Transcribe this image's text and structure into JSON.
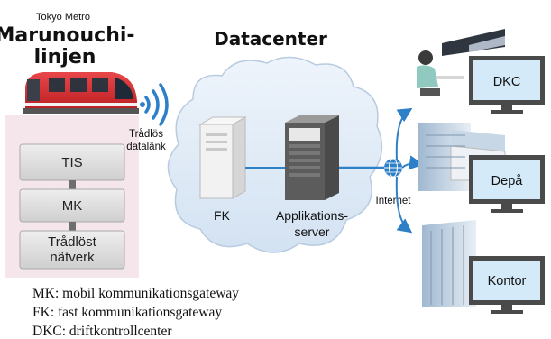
{
  "train": {
    "operator": "Tokyo Metro",
    "line_name_1": "Marunouchi-",
    "line_name_2": "linjen",
    "components": [
      "TIS",
      "MK"
    ],
    "wireless_network_1": "Trådlöst",
    "wireless_network_2": "nätverk"
  },
  "wireless_link": {
    "line1": "Trådlös",
    "line2": "datalänk"
  },
  "datacenter": {
    "title": "Datacenter",
    "fk_label": "FK",
    "app_server_1": "Applikations-",
    "app_server_2": "server"
  },
  "internet_label": "Internet",
  "endpoints": [
    "DKC",
    "Depå",
    "Kontor"
  ],
  "legend": [
    "MK: mobil kommunikationsgateway",
    "FK: fast kommunikationsgateway",
    "DKC: driftkontrollcenter"
  ],
  "colors": {
    "train_red": "#d7272a",
    "train_panel": "#f4e6ea",
    "cloud": "#dfe9f5",
    "screen": "#d4eaf8",
    "link_blue": "#2d7fc7"
  }
}
